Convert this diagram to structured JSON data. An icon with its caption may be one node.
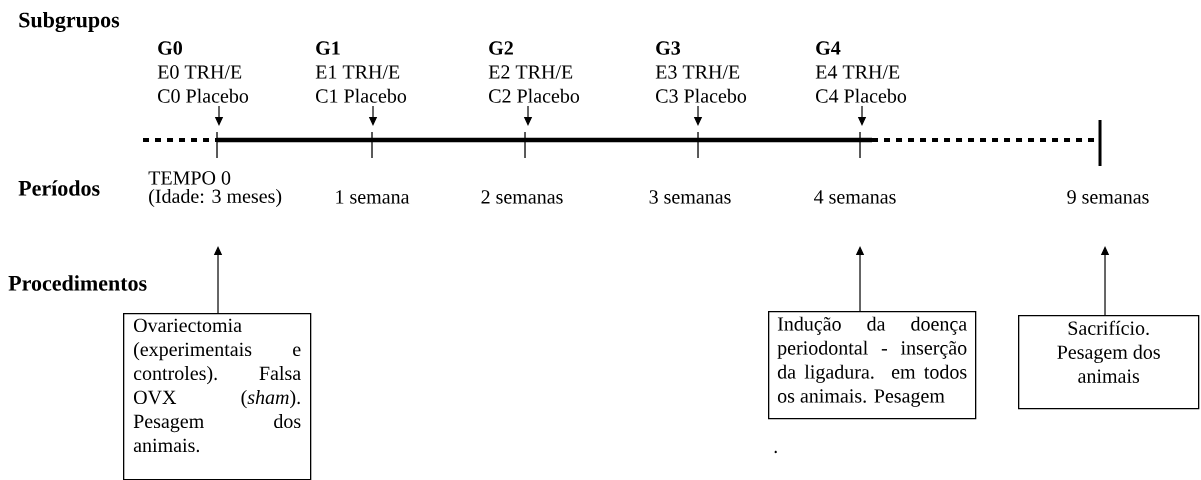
{
  "diagram": {
    "nodes": [
      {
        "text": [
          "G0",
          "E0 TRH/E",
          "C0 Placebo"
        ]
      },
      {
        "text": [
          "G1",
          "E1 TRH/E",
          "C1 Placebo"
        ]
      },
      {
        "text": [
          "G2",
          "E2 TRH/E",
          "C2 Placebo"
        ]
      },
      {
        "text": [
          "G3",
          "E3 TRH/E",
          "C3 Placebo"
        ]
      },
      {
        "text": [
          "G4",
          "E4 TRH/E",
          "C4 Placebo"
        ]
      },
      {
        "text": [
          "Ovariectomia (experimentais e controles). Falsa OVX (*sham*). Pesagem dos animais."
        ]
      },
      {
        "text": [
          "Indução da doença periodontal - inserção da ligadura. em todos os animais. Pesagem"
        ]
      },
      {
        "text": [
          "Sacrifício. Pesagem dos animais"
        ]
      }
    ],
    "edges": [
      {
        "from": 0,
        "to": null,
        "arrow": "to"
      },
      {
        "from": 1,
        "to": null,
        "arrow": "to"
      },
      {
        "from": 2,
        "to": null,
        "arrow": "to"
      },
      {
        "from": 3,
        "to": null,
        "arrow": "to"
      },
      {
        "from": 4,
        "to": null,
        "arrow": "to"
      },
      {
        "from": 5,
        "to": null,
        "arrow": "to"
      },
      {
        "from": 6,
        "to": null,
        "arrow": "to"
      },
      {
        "from": 7,
        "to": null,
        "arrow": "to"
      }
    ],
    "labels": [
      "Subgrupos",
      "Períodos",
      "TEMPO 0",
      "(Idade: 3 meses)",
      "1 semana",
      "2 semanas",
      "3 semanas",
      "4 semanas",
      "9 semanas",
      "Procedimentos",
      "."
    ]
  }
}
